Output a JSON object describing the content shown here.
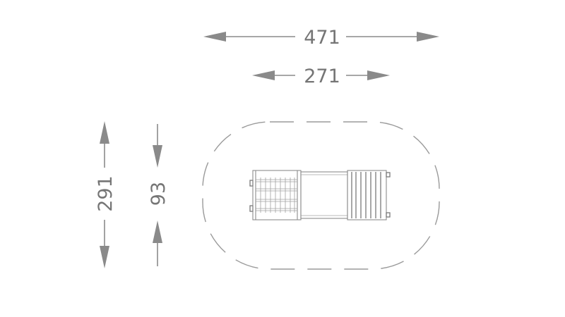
{
  "dimensions": {
    "overall_width": "471",
    "equipment_width": "271",
    "overall_depth": "291",
    "equipment_depth": "93"
  },
  "colors": {
    "line": "#8a8a8a",
    "text": "#757575",
    "background": "#ffffff"
  }
}
